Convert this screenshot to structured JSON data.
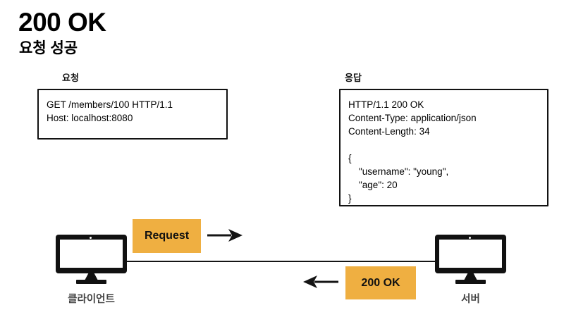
{
  "slide": {
    "title": "200 OK",
    "subtitle": "요청 성공",
    "background_color": "#ffffff",
    "accent_color": "#EFAF41"
  },
  "request_section": {
    "caption": "요청",
    "message": "GET /members/100 HTTP/1.1\nHost: localhost:8080"
  },
  "response_section": {
    "caption": "응답",
    "message": "HTTP/1.1 200 OK\nContent-Type: application/json\nContent-Length: 34\n\n{\n    \"username\": \"young\",\n    \"age\": 20\n}"
  },
  "diagram": {
    "client_label": "클라이언트",
    "server_label": "서버",
    "request_badge": "Request",
    "response_badge": "200 OK"
  }
}
